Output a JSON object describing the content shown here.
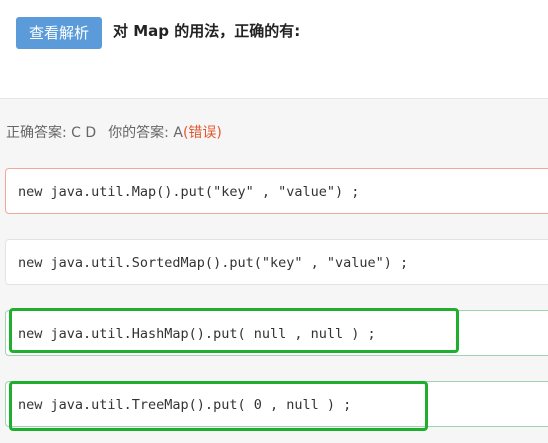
{
  "header": {
    "analysis_button": "查看解析",
    "question": "对 Map 的用法，正确的有:"
  },
  "result": {
    "correct_label": "正确答案:",
    "correct_value": "C D",
    "your_label": "你的答案:",
    "your_value": "A",
    "verdict": "(错误)"
  },
  "options": [
    {
      "code": "new java.util.Map().put(\"key\" , \"value\") ;"
    },
    {
      "code": "new java.util.SortedMap().put(\"key\" , \"value\") ;"
    },
    {
      "code": "new java.util.HashMap().put( null , null ) ;"
    },
    {
      "code": "new java.util.TreeMap().put( 0 , null ) ;"
    }
  ],
  "colors": {
    "button": "#5b9bd9",
    "wrong_text": "#e4572e",
    "wrong_border": "#f0a897",
    "correct_border": "#9fd3b1",
    "highlight": "#1fae2e"
  }
}
